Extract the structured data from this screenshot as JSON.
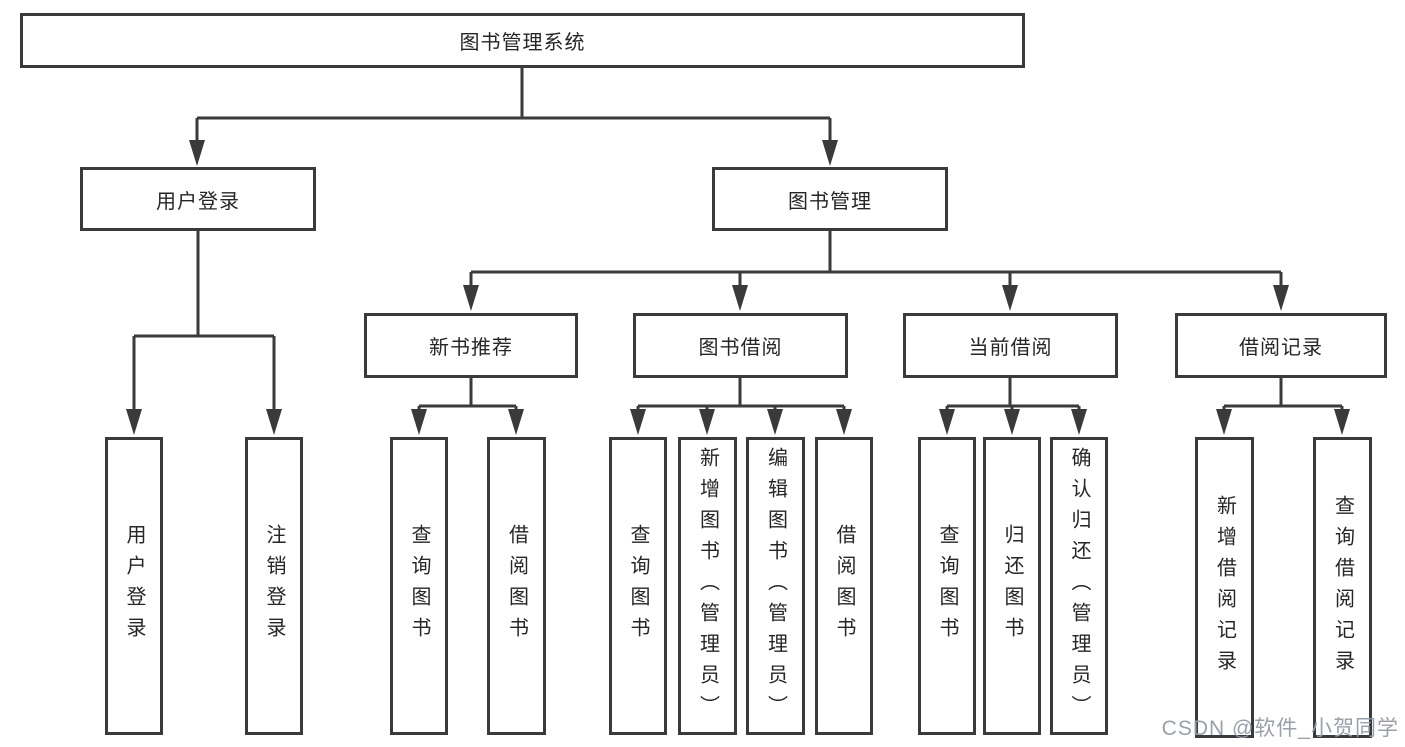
{
  "tree": {
    "root": {
      "label": "图书管理系统"
    },
    "level2": [
      {
        "label": "用户登录"
      },
      {
        "label": "图书管理"
      }
    ],
    "level3": [
      {
        "label": "新书推荐"
      },
      {
        "label": "图书借阅"
      },
      {
        "label": "当前借阅"
      },
      {
        "label": "借阅记录"
      }
    ],
    "leaves": {
      "user_login": [
        "用户登录",
        "注销登录"
      ],
      "new_books": [
        "查询图书",
        "借阅图书"
      ],
      "book_borrow": [
        "查询图书",
        "新增图书（管理员）",
        "编辑图书（管理员）",
        "借阅图书"
      ],
      "current_borrow": [
        "查询图书",
        "归还图书",
        "确认归还（管理员）"
      ],
      "borrow_records": [
        "新增借阅记录",
        "查询借阅记录"
      ]
    }
  },
  "watermark": "CSDN @软件_小贺同学",
  "colors": {
    "line": "#3a3a3a",
    "text": "#262626",
    "box_background": "#ffffff",
    "watermark": "#949ba6"
  }
}
